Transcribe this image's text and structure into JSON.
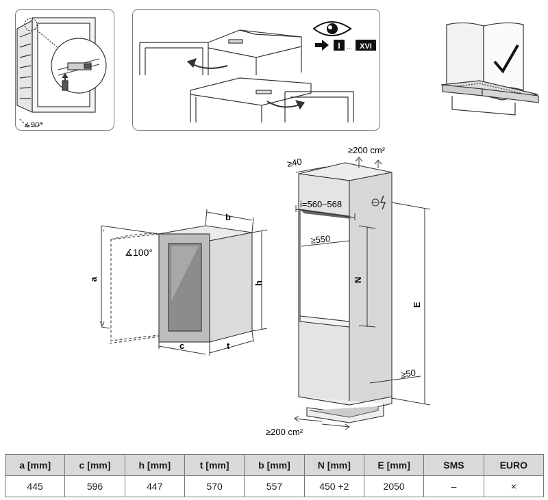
{
  "hinge_panel": {
    "angle_label": "90°"
  },
  "door_panel": {
    "range_start": "I",
    "range_dots": "...",
    "range_end": "XVI"
  },
  "appliance": {
    "label_b": "b",
    "label_a": "a",
    "label_h": "h",
    "label_c": "c",
    "label_t": "t",
    "door_angle": "100°"
  },
  "niche": {
    "vent_top": "≥200 cm²",
    "top_gap": "≥40",
    "inner_width": "i=560–568",
    "depth_min": "≥550",
    "label_N": "N",
    "label_E": "E",
    "side_gap": "≥50",
    "vent_bottom": "≥200 cm²"
  },
  "table": {
    "headers": [
      "a [mm]",
      "c [mm]",
      "h [mm]",
      "t [mm]",
      "b [mm]",
      "N [mm]",
      "E [mm]",
      "SMS",
      "EURO"
    ],
    "rows": [
      [
        "445",
        "596",
        "447",
        "570",
        "557",
        "450 +2",
        "2050",
        "–",
        "×"
      ]
    ]
  }
}
